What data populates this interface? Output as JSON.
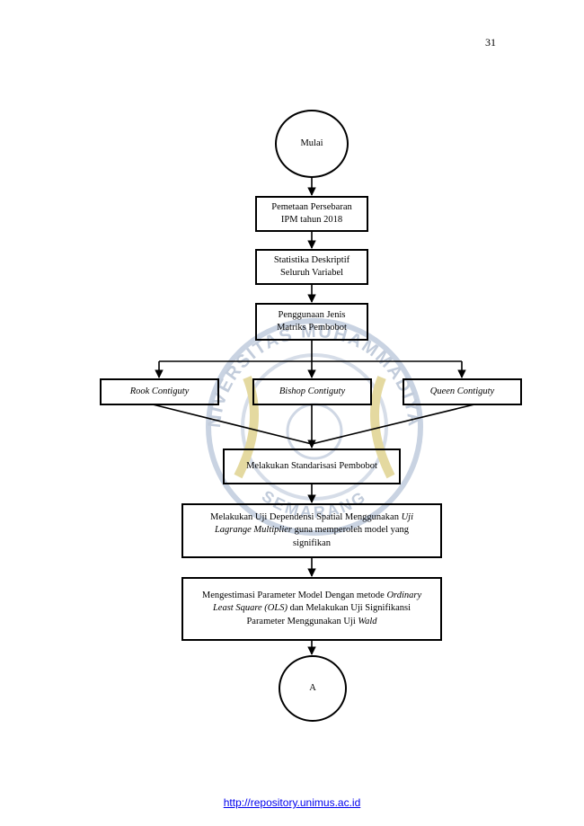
{
  "page_number": "31",
  "nodes": {
    "start": "Mulai",
    "mapping": "Pemetaan Persebaran IPM tahun 2018",
    "descriptive": "Statistika Deskriptif Seluruh Variabel",
    "weights": "Penggunaan Jenis Matriks Pembobot",
    "rook": "Rook Contiguty",
    "bishop": "Bishop Contiguty",
    "queen": "Queen Contiguty",
    "standardize": "Melakukan Standarisasi Pembobot",
    "lm_test": {
      "part1": "Melakukan Uji Dependensi Spatial Menggunakan ",
      "part2": "Uji Lagrange Multiplier",
      "part3": " guna memperoleh model yang signifikan"
    },
    "ols": {
      "part1": "Mengestimasi Parameter Model Dengan metode ",
      "part2": "Ordinary Least Square (OLS)",
      "part3": " dan Melakukan Uji Signifikansi Parameter Menggunakan Uji ",
      "part4": "Wald"
    },
    "connector": "A"
  },
  "watermark": {
    "top_text": "UNIVERSITAS MUHAMMADIYAH",
    "bottom_text": "SEMARANG",
    "color": "#b9c5d6"
  },
  "footer": {
    "link": "http://repository.unimus.ac.id"
  }
}
